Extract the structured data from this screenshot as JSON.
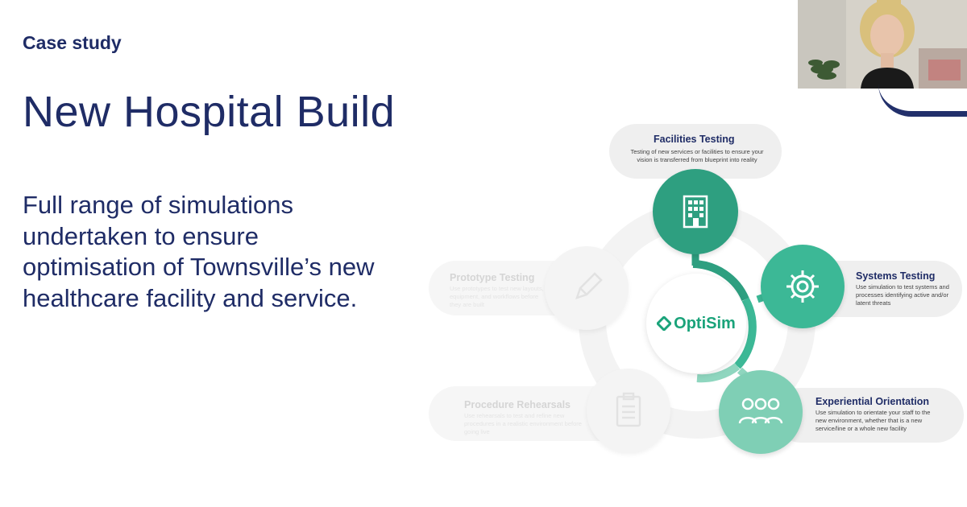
{
  "slide": {
    "kicker": "Case study",
    "title": "New Hospital Build",
    "body": "Full range of simulations undertaken to ensure optimisation of Townsville’s new healthcare facility and service."
  },
  "diagram": {
    "center_logo": "OptiSim",
    "stages": [
      {
        "title": "Facilities Testing",
        "desc": "Testing of new services or facilities to ensure your vision is transferred from blueprint into reality",
        "icon": "building-icon",
        "color": "#2e9f80",
        "state": "active"
      },
      {
        "title": "Systems Testing",
        "desc": "Use simulation to test systems and processes identifying active and/or latent threats",
        "icon": "gear-icon",
        "color": "#3cb896",
        "state": "active"
      },
      {
        "title": "Experiential Orientation",
        "desc": "Use simulation to orientate your staff to the new environment, whether that is a new service/line or a whole new facility",
        "icon": "people-icon",
        "color": "#7fcfb5",
        "state": "active"
      },
      {
        "title": "Procedure Rehearsals",
        "desc": "Use rehearsals to test and refine new procedures in a realistic environment before going live",
        "icon": "clipboard-icon",
        "color": "#f2f2f2",
        "state": "faded"
      },
      {
        "title": "Prototype Testing",
        "desc": "Use prototypes to test new layouts, equipment, and workflows before they are built",
        "icon": "pencil-icon",
        "color": "#f2f2f2",
        "state": "faded"
      }
    ],
    "colors": {
      "navy": "#1f2c66",
      "teal_dark": "#2e9f80",
      "teal": "#3cb896",
      "teal_light": "#7fcfb5",
      "logo_green": "#1aa37a"
    }
  },
  "webcam": {
    "description_icon": "presenter-video-feed"
  }
}
